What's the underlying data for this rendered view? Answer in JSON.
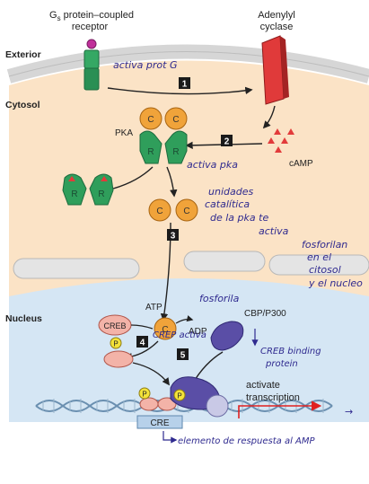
{
  "labels": {
    "receptor_line1": "G",
    "receptor_sub": "s",
    "receptor_line1_rest": " protein–coupled",
    "receptor_line2": "receptor",
    "cyclase_line1": "Adenylyl",
    "cyclase_line2": "cyclase",
    "exterior": "Exterior",
    "cytosol": "Cytosol",
    "nucleus": "Nucleus",
    "pka": "PKA",
    "camp": "cAMP",
    "atp": "ATP",
    "adp": "ADP",
    "creb": "CREB",
    "cbp": "CBP/P300",
    "p": "P",
    "c": "C",
    "r": "R",
    "activate_line1": "activate",
    "activate_line2": "transcription",
    "cre": "CRE"
  },
  "steps": [
    "1",
    "2",
    "3",
    "4",
    "5"
  ],
  "handwriting": {
    "activa_prot_g": "activa prot G",
    "activa_pka": "activa pka",
    "unidades_1": "unidades",
    "unidades_2": "catalítica",
    "unidades_3": "de la pka te",
    "unidades_4": "activa",
    "fosforilan_1": "fosforilan",
    "fosforilan_2": "en el",
    "fosforilan_3": "citosol",
    "fosforilan_4": "y el nucleo",
    "fosforila": "fosforila",
    "crep_activa": "CREP activa",
    "creb_binding_1": "CREB binding",
    "creb_binding_2": "protein",
    "elemento": "elemento de respuesta al AMP",
    "arrow_right": "→"
  },
  "colors": {
    "exterior_bg": "#f3ede2",
    "cytosol_bg": "#fbe3c6",
    "nucleus_bg": "#d5e6f4",
    "membrane": "#d9d9d9",
    "receptor": "#2f9e5b",
    "cyclase": "#e03a3a",
    "catalytic": "#f0a33a",
    "regulatory": "#2f9e5b",
    "creb": "#f3b3a8",
    "cbp": "#5a4ea6",
    "phosphate": "#f3e23a",
    "transcription_arrow": "#e02020",
    "ink": "#2f2a8f"
  }
}
